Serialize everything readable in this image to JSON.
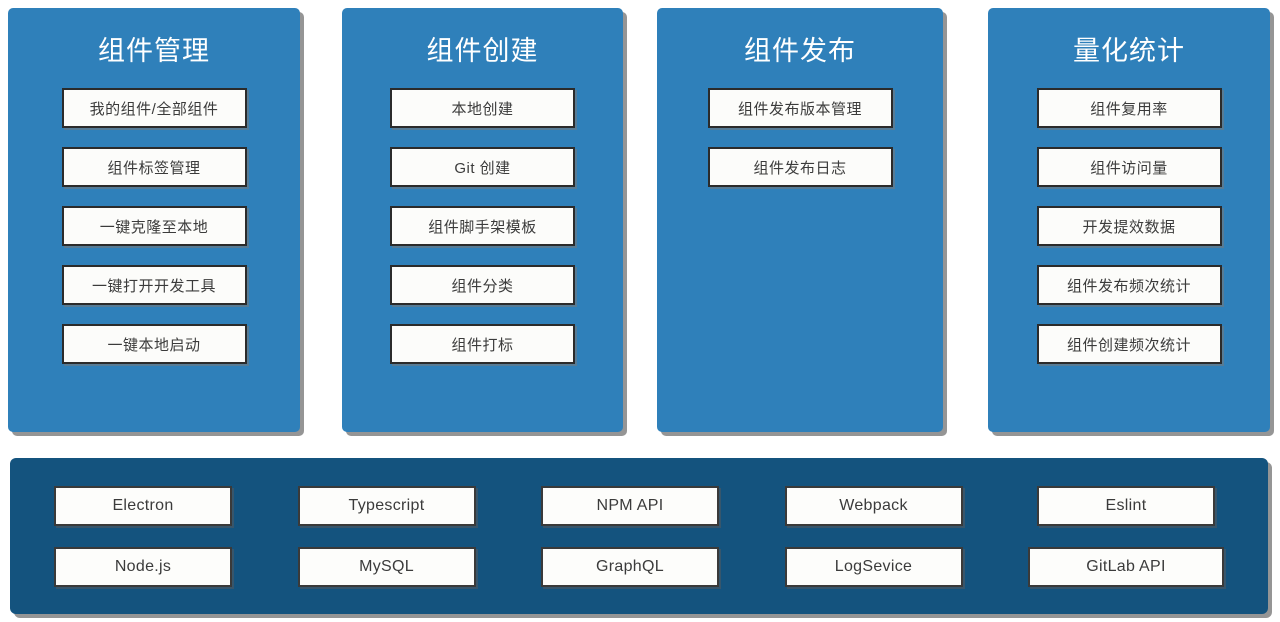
{
  "theme": {
    "panel_blue": "#2f80ba",
    "stack_panel_blue": "#14537e",
    "box_fill": "#fcfcfa",
    "box_border": "#2b2b2b",
    "title_color": "#ffffff",
    "label_color": "#3b3b3b",
    "page_background": "#ffffff"
  },
  "capability_panels": [
    {
      "title": "组件管理",
      "items": [
        "我的组件/全部组件",
        "组件标签管理",
        "一键克隆至本地",
        "一键打开开发工具",
        "一键本地启动"
      ]
    },
    {
      "title": "组件创建",
      "items": [
        "本地创建",
        "Git 创建",
        "组件脚手架模板",
        "组件分类",
        "组件打标"
      ]
    },
    {
      "title": "组件发布",
      "items": [
        "组件发布版本管理",
        "组件发布日志"
      ]
    },
    {
      "title": "量化统计",
      "items": [
        "组件复用率",
        "组件访问量",
        "开发提效数据",
        "组件发布频次统计",
        "组件创建频次统计"
      ]
    }
  ],
  "tech_stack": {
    "columns": [
      {
        "items": [
          "Electron",
          "Node.js"
        ]
      },
      {
        "items": [
          "Typescript",
          "MySQL"
        ]
      },
      {
        "items": [
          "NPM API",
          "GraphQL"
        ]
      },
      {
        "items": [
          "Webpack",
          "LogSevice"
        ]
      },
      {
        "items": [
          "Eslint",
          "GitLab API"
        ]
      }
    ]
  }
}
